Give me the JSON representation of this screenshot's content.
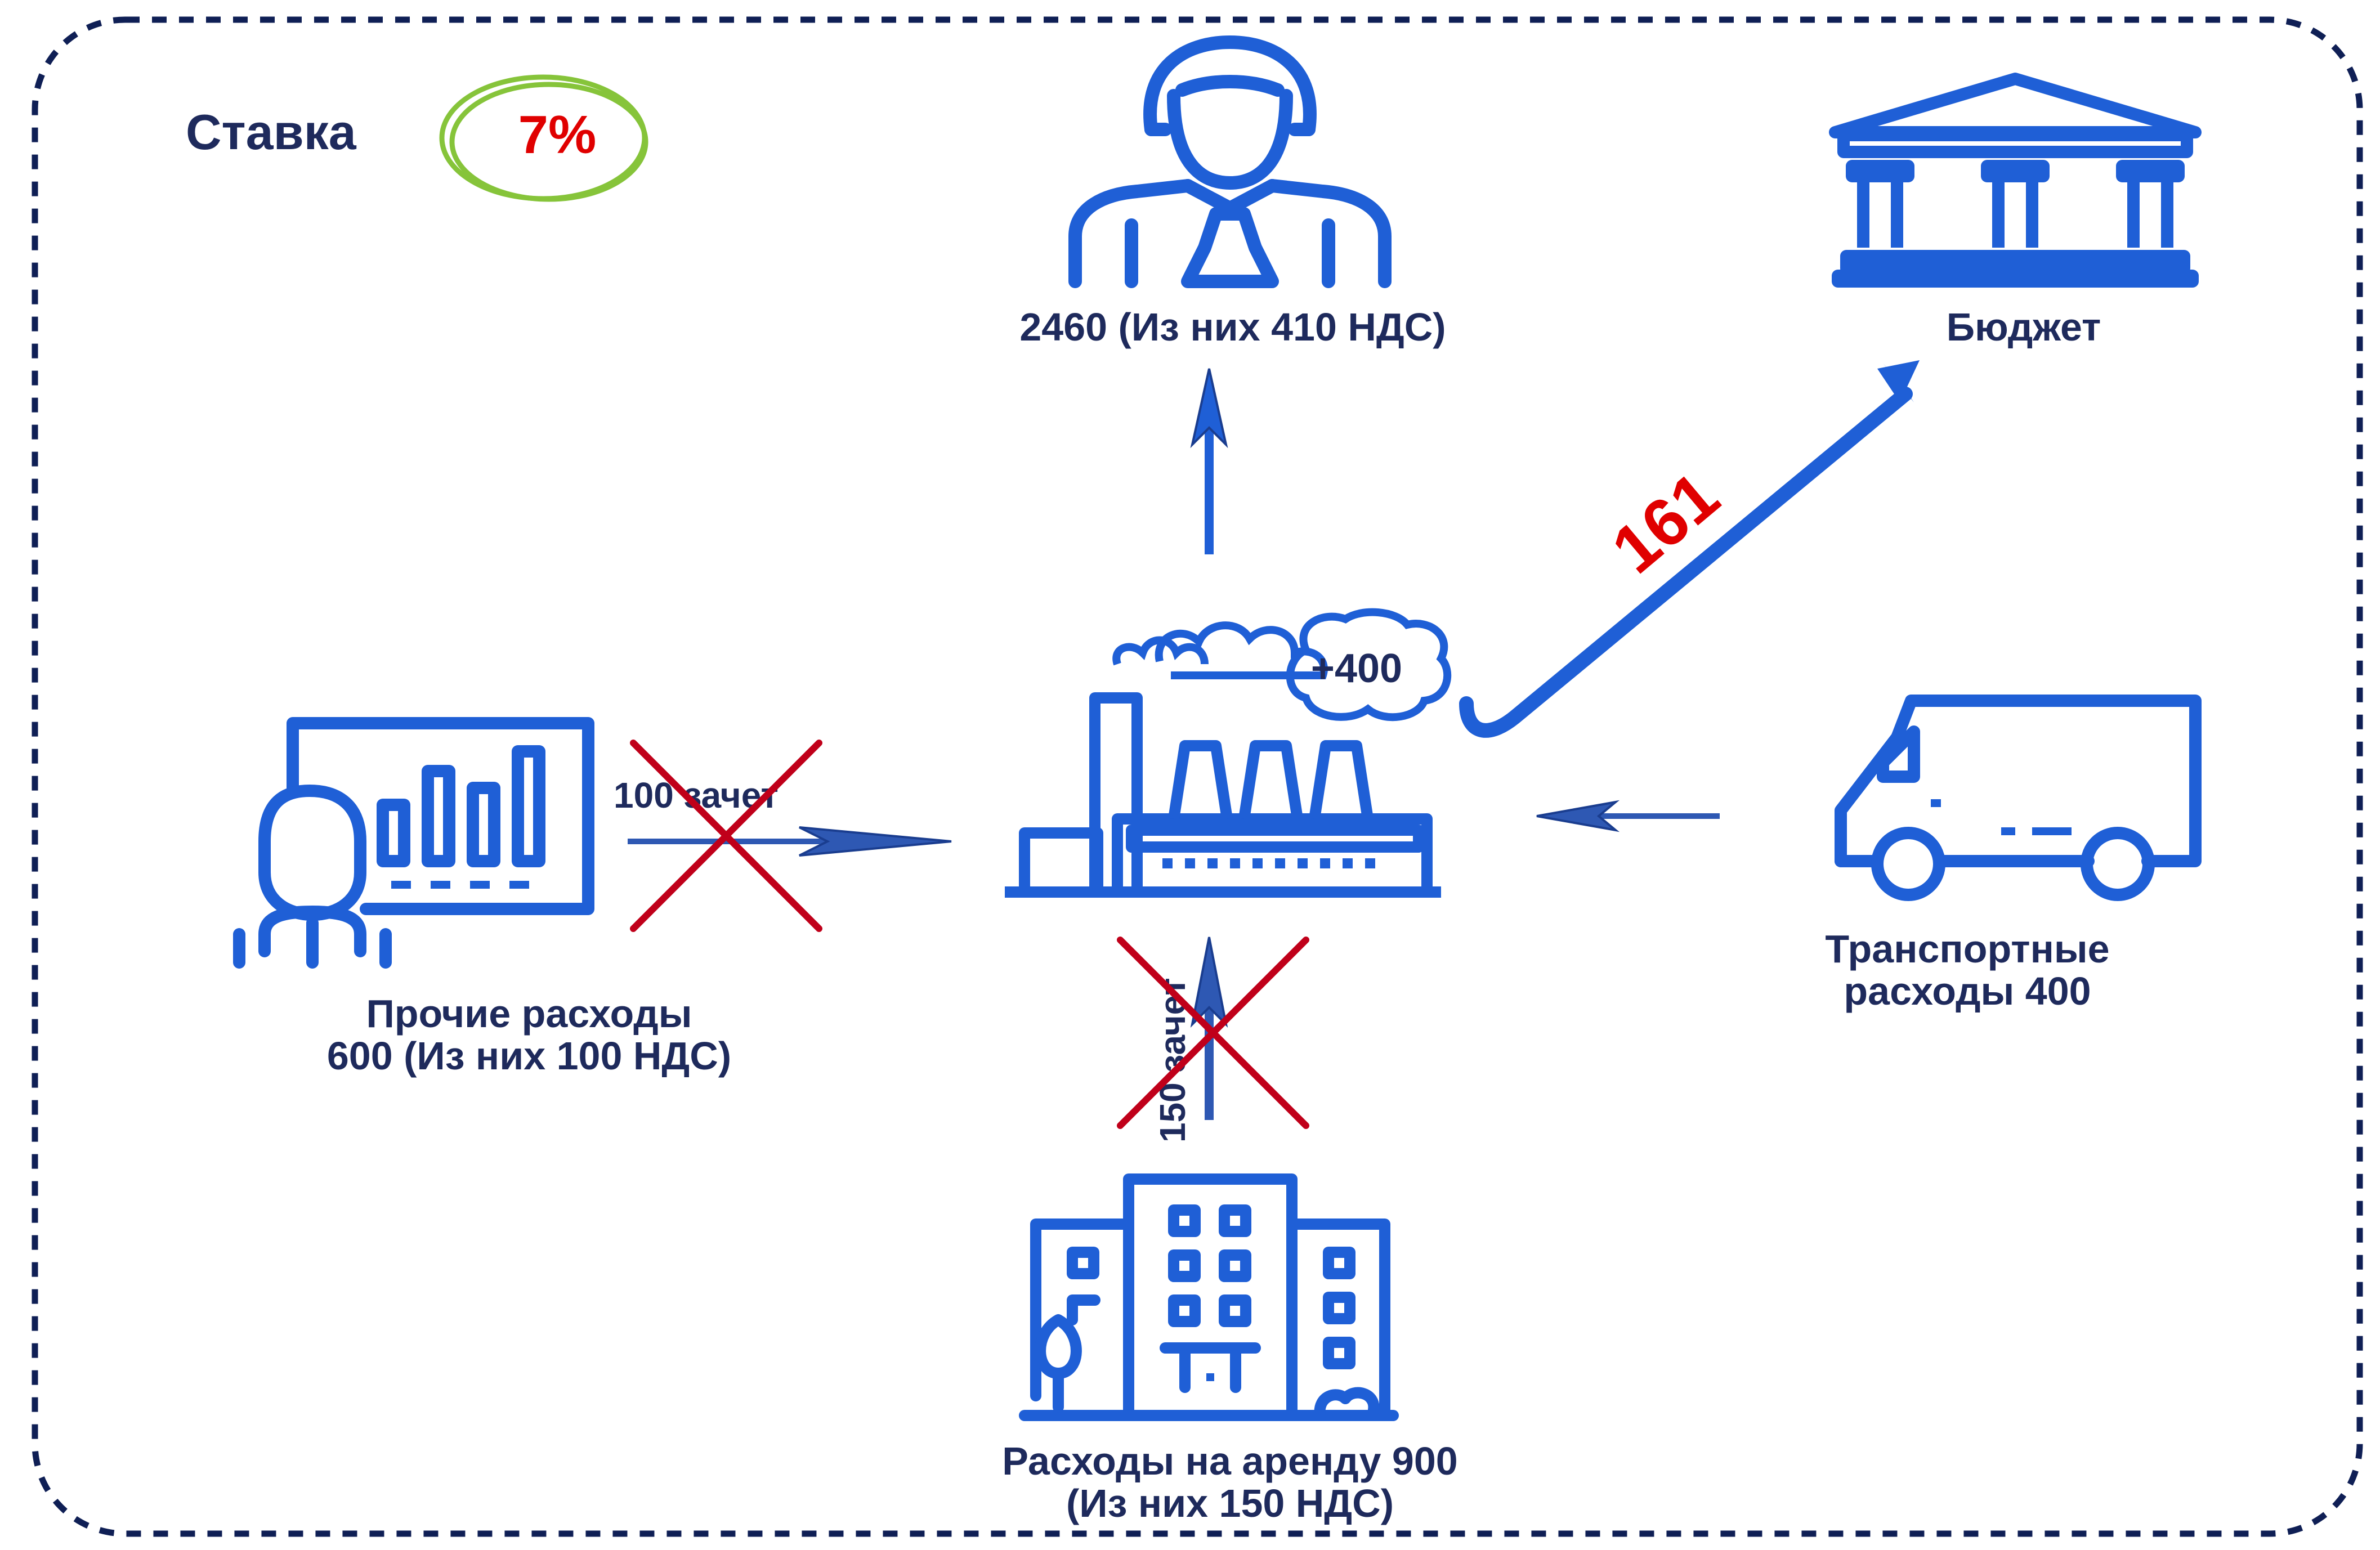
{
  "rate": {
    "label": "Ставка",
    "value": "7%"
  },
  "buyer": {
    "label": "2460 (Из них 410 НДС)"
  },
  "budget": {
    "label": "Бюджет",
    "payment": "161"
  },
  "factory": {
    "margin": "+400"
  },
  "other_expenses": {
    "line1": "Прочие расходы",
    "line2": "600 (Из них 100 НДС)",
    "offset": "100 зачет"
  },
  "transport": {
    "line1": "Транспортные",
    "line2": "расходы 400"
  },
  "rent": {
    "line1": "Расходы на аренду 900",
    "line2": "(Из них 150 НДС)",
    "offset": "150 зачет"
  },
  "colors": {
    "icon_blue": "#1f5fd6",
    "label_navy": "#1e2a5c",
    "accent_red": "#e00000",
    "cross_red": "#c0001a",
    "ellipse_green": "#86c43a",
    "border_navy": "#0f1f55"
  }
}
